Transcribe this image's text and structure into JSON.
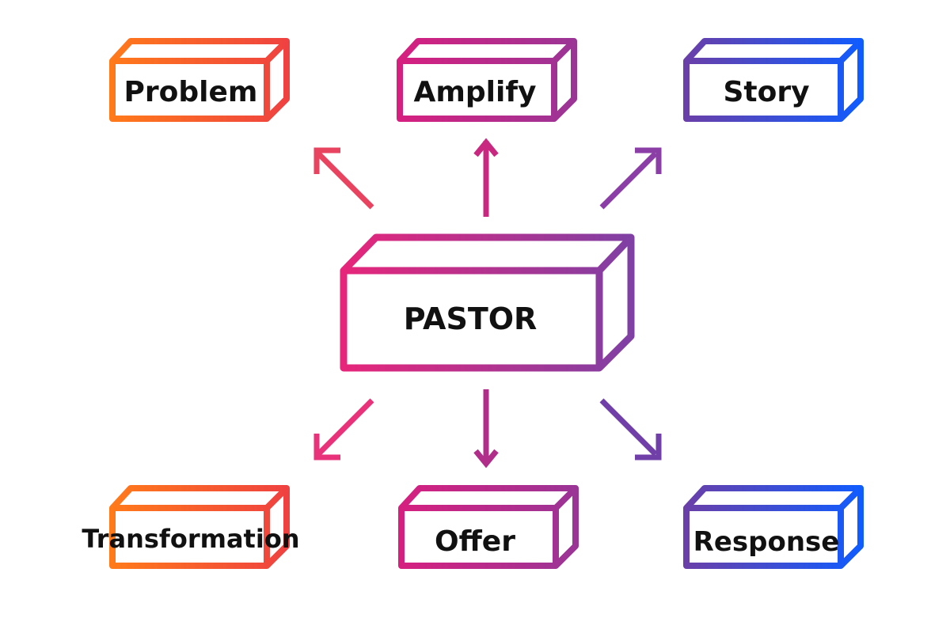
{
  "center": {
    "label": "PASTOR"
  },
  "boxes": [
    {
      "key": "problem",
      "label": "Problem"
    },
    {
      "key": "amplify",
      "label": "Amplify"
    },
    {
      "key": "story",
      "label": "Story"
    },
    {
      "key": "transformation",
      "label": "Transformation"
    },
    {
      "key": "offer",
      "label": "Offer"
    },
    {
      "key": "response",
      "label": "Response"
    }
  ],
  "colors": {
    "orange": "#ff7a1a",
    "red_orange": "#ef4141",
    "magenta": "#d6207f",
    "pink": "#e8337a",
    "purple": "#8a3ea6",
    "indigo": "#5a44b0",
    "blue": "#0f5cff",
    "text": "#111111",
    "background": "#ffffff"
  }
}
